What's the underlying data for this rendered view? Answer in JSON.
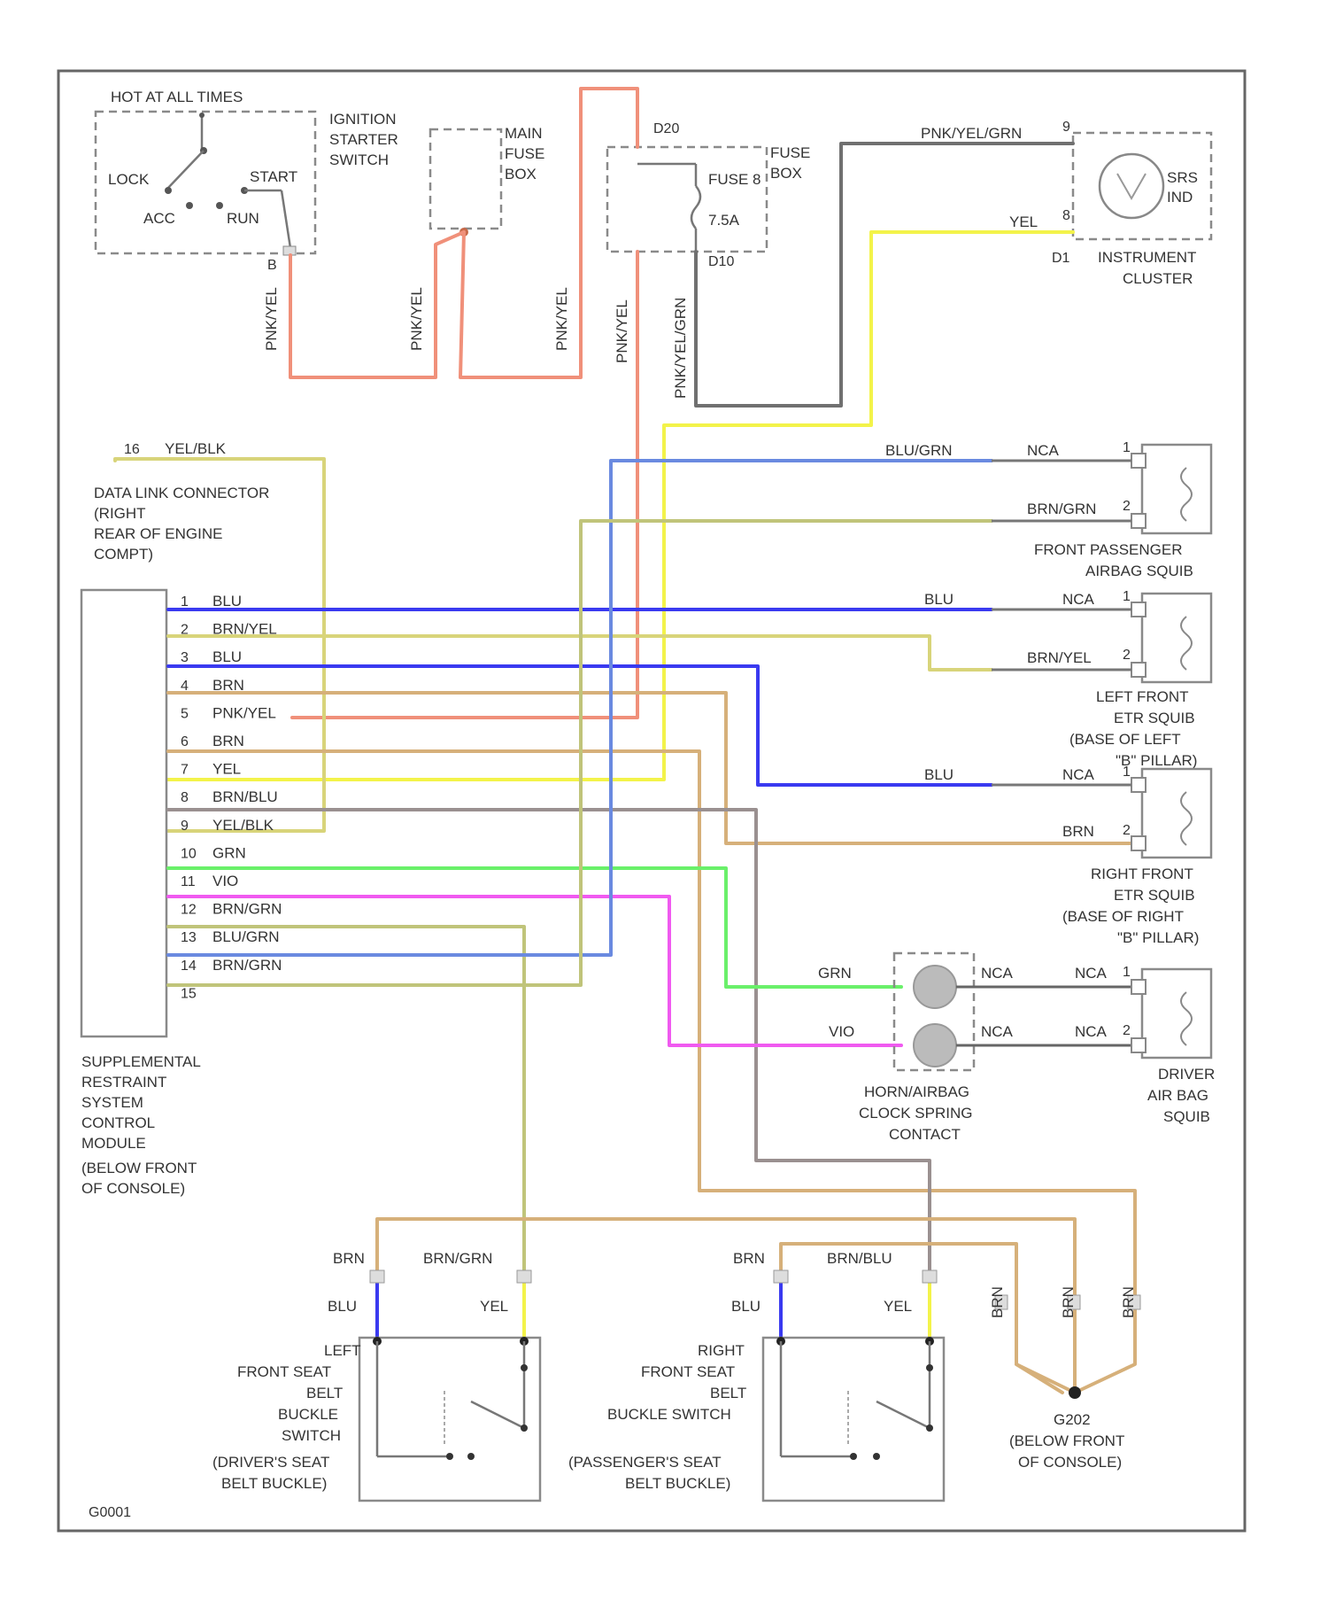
{
  "ignition": {
    "hot": "HOT AT ALL TIMES",
    "name": [
      "IGNITION",
      "STARTER",
      "SWITCH"
    ],
    "lock": "LOCK",
    "acc": "ACC",
    "run": "RUN",
    "start": "START",
    "pin": "B",
    "wire": "PNK/YEL"
  },
  "main_fuse_box": {
    "name": [
      "MAIN",
      "FUSE",
      "BOX"
    ],
    "wire1": "PNK/YEL",
    "wire2": "PNK/YEL"
  },
  "fuse_box": {
    "name": [
      "FUSE",
      "BOX"
    ],
    "fuse": "FUSE 8",
    "amp": "7.5A",
    "pin_in": "D20",
    "pin_out": "D10",
    "wire_in": "PNK/YEL",
    "wire_out": "PNK/YEL/GRN"
  },
  "instrument_cluster": {
    "name": [
      "INSTRUMENT",
      "CLUSTER"
    ],
    "bulb": [
      "SRS",
      "IND"
    ],
    "wire_top": "PNK/YEL/GRN",
    "wire_bot": "YEL",
    "pin_top": "9",
    "pin_bot": "8",
    "pin_cluster": "D1"
  },
  "dlc": {
    "pin": "16",
    "wire": "YEL/BLK",
    "name": [
      "DATA LINK CONNECTOR",
      "(RIGHT",
      "REAR OF ENGINE",
      "COMPT)"
    ]
  },
  "srs_module": {
    "name": [
      "SUPPLEMENTAL",
      "RESTRAINT",
      "SYSTEM",
      "CONTROL",
      "MODULE",
      "(BELOW FRONT",
      "OF CONSOLE)"
    ],
    "pins": [
      {
        "num": "1",
        "wire": "BLU",
        "color": "#3a3af0"
      },
      {
        "num": "2",
        "wire": "BRN/YEL",
        "color": "#d8d47a"
      },
      {
        "num": "3",
        "wire": "BLU",
        "color": "#3a3af0"
      },
      {
        "num": "4",
        "wire": "BRN",
        "color": "#d6b07a"
      },
      {
        "num": "5",
        "wire": "PNK/YEL",
        "color": "#f08a78"
      },
      {
        "num": "6",
        "wire": "BRN",
        "color": "#d6b07a"
      },
      {
        "num": "7",
        "wire": "YEL",
        "color": "#f3f34a"
      },
      {
        "num": "8",
        "wire": "BRN/BLU",
        "color": "#9a9090"
      },
      {
        "num": "9",
        "wire": "YEL/BLK",
        "color": "#d8d47a"
      },
      {
        "num": "10",
        "wire": "GRN",
        "color": "#6af06a"
      },
      {
        "num": "11",
        "wire": "VIO",
        "color": "#f05af0"
      },
      {
        "num": "12",
        "wire": "BRN/GRN",
        "color": "#c0c47a"
      },
      {
        "num": "13",
        "wire": "BLU/GRN",
        "color": "#6a8ae0"
      },
      {
        "num": "14",
        "wire": "BRN/GRN",
        "color": "#c0c47a"
      },
      {
        "num": "15",
        "wire": "",
        "color": "#999999"
      }
    ]
  },
  "front_passenger_squib": {
    "name": [
      "FRONT PASSENGER",
      "AIRBAG SQUIB"
    ],
    "wire1": "BLU/GRN",
    "wire2": "BRN/GRN",
    "nca": "NCA",
    "pin1": "1",
    "pin2": "2"
  },
  "left_etr_squib": {
    "name": [
      "LEFT FRONT",
      "ETR SQUIB",
      "(BASE OF LEFT",
      "\"B\" PILLAR)"
    ],
    "wire1": "BLU",
    "wire2": "BRN/YEL",
    "nca": "NCA",
    "pin1": "1",
    "pin2": "2"
  },
  "right_etr_squib": {
    "name": [
      "RIGHT FRONT",
      "ETR SQUIB",
      "(BASE OF RIGHT",
      "\"B\" PILLAR)"
    ],
    "wire1": "BLU",
    "wire2": "BRN",
    "nca": "NCA",
    "pin1": "1",
    "pin2": "2"
  },
  "clock_spring": {
    "name": [
      "HORN/AIRBAG",
      "CLOCK SPRING",
      "CONTACT"
    ],
    "wire1": "GRN",
    "wire2": "VIO",
    "nca1": "NCA",
    "nca2": "NCA"
  },
  "driver_squib": {
    "name": [
      "DRIVER",
      "AIR BAG",
      "SQUIB"
    ],
    "nca1": "NCA",
    "nca2": "NCA",
    "pin1": "1",
    "pin2": "2"
  },
  "left_buckle": {
    "name": [
      "LEFT",
      "FRONT SEAT",
      "BELT",
      "BUCKLE",
      "SWITCH",
      "(DRIVER'S SEAT",
      "BELT BUCKLE)"
    ],
    "top_left": "BRN",
    "top_right": "BRN/GRN",
    "low_left": "BLU",
    "low_right": "YEL"
  },
  "right_buckle": {
    "name": [
      "RIGHT",
      "FRONT SEAT",
      "BELT",
      "BUCKLE SWITCH",
      "(PASSENGER'S SEAT",
      "BELT BUCKLE)"
    ],
    "top_left": "BRN",
    "top_right": "BRN/BLU",
    "low_left": "BLU",
    "low_right": "YEL"
  },
  "ground": {
    "name": [
      "G202",
      "(BELOW FRONT",
      "OF CONSOLE)"
    ],
    "w1": "BRN",
    "w2": "BRN",
    "w3": "BRN"
  },
  "figure_id": "G0001"
}
